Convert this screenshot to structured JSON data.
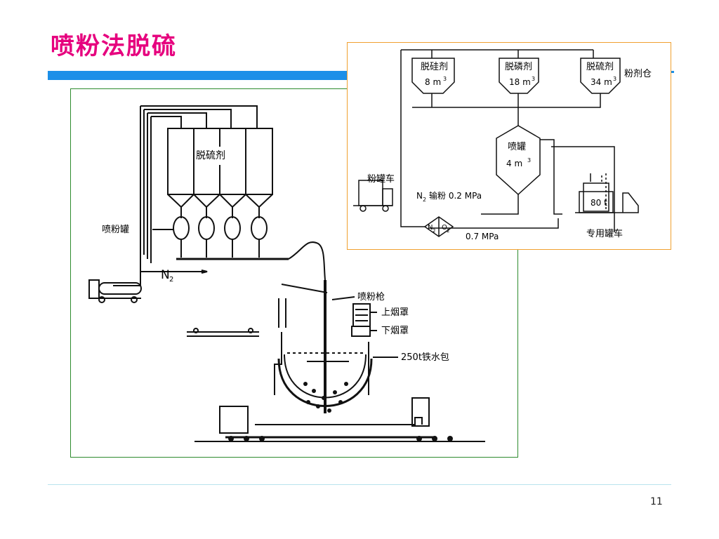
{
  "slide": {
    "title": "喷粉法脱硫",
    "page_number": "11",
    "colors": {
      "title": "#e6007e",
      "accent_bar": "#1c8fe8",
      "main_border": "#2e8b2e",
      "inset_border": "#f0a030"
    }
  },
  "main_diagram": {
    "desulfurizer_label": "脱硫剂",
    "tank_label": "喷粉罐",
    "gas_label": "N",
    "gas_subscript": "2",
    "lance_label": "喷粉枪",
    "upper_hood_label": "上烟罩",
    "lower_hood_label": "下烟罩",
    "ladle_label": "250t铁水包"
  },
  "inset_diagram": {
    "silos": [
      {
        "name": "脱硅剂",
        "volume": "8 m",
        "sup": "3"
      },
      {
        "name": "脱磷剂",
        "volume": "18 m",
        "sup": "3"
      },
      {
        "name": "脱硫剂",
        "volume": "34 m",
        "sup": "3"
      }
    ],
    "storage_label": "粉剂仓",
    "injection_tank": {
      "name": "喷罐",
      "volume": "4 m",
      "sup": "3"
    },
    "truck_label": "粉罐车",
    "transport_prefix": "N",
    "transport_sub": "2",
    "transport_text": "输粉 0.2 MPa",
    "gas_box": {
      "n": "N",
      "n_sub": "2",
      "o": "O",
      "o_sub": "2"
    },
    "pressure_label": "0.7 MPa",
    "car_capacity": "80 t",
    "car_label": "专用罐车"
  }
}
